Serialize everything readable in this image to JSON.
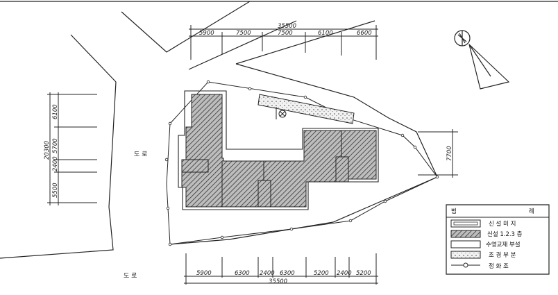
{
  "dimensions": {
    "top_total": "35500",
    "top_segments": [
      "5900",
      "7500",
      "7500",
      "6100",
      "6600"
    ],
    "bottom_total": "35500",
    "bottom_segments": [
      "5900",
      "6300",
      "2400",
      "6300",
      "5200",
      "2400",
      "5200"
    ],
    "left_total": "20300",
    "left_segments": [
      "6100",
      "5700",
      "2400",
      "5500"
    ],
    "right_segment": "7700"
  },
  "road_labels": {
    "left": "도 로",
    "bottom": "도 로"
  },
  "legend": {
    "title_left": "범",
    "title_right": "례",
    "items": [
      {
        "swatch": "blank-box",
        "text": "신 설 미 지"
      },
      {
        "swatch": "hatched",
        "text": "신설 1.2.3 층"
      },
      {
        "swatch": "outline",
        "text": "수영교재 부설"
      },
      {
        "swatch": "dotted",
        "text": "조 경 부 분"
      },
      {
        "swatch": "lamp",
        "text": "정 화 조"
      }
    ]
  }
}
